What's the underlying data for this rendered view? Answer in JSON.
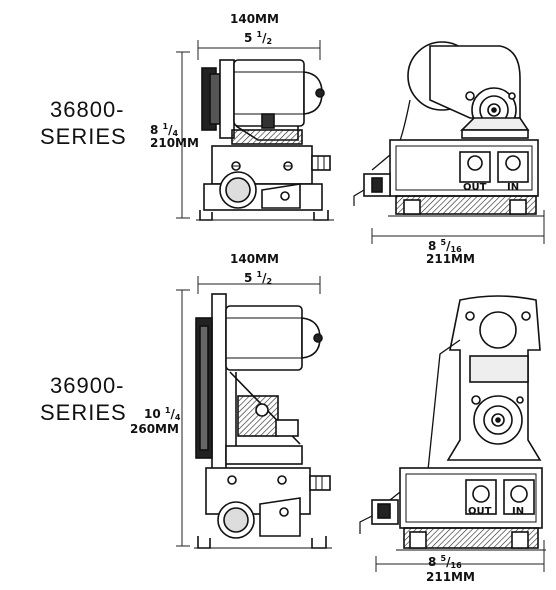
{
  "top": {
    "series": {
      "line1": "36800-",
      "line2": "SERIES"
    },
    "width_mm": "140MM",
    "width_in": {
      "whole": "5",
      "num": "1",
      "den": "2"
    },
    "height_in": {
      "whole": "8",
      "num": "1",
      "den": "4"
    },
    "height_mm": "210MM",
    "depth_in": {
      "whole": "8",
      "num": "5",
      "den": "16"
    },
    "depth_mm": "211MM",
    "port_out": "OUT",
    "port_in": "IN"
  },
  "bottom": {
    "series": {
      "line1": "36900-",
      "line2": "SERIES"
    },
    "width_mm": "140MM",
    "width_in": {
      "whole": "5",
      "num": "1",
      "den": "2"
    },
    "height_in": {
      "whole": "10",
      "num": "1",
      "den": "4"
    },
    "height_mm": "260MM",
    "depth_in": {
      "whole": "8",
      "num": "5",
      "den": "16"
    },
    "depth_mm": "211MM",
    "port_out": "OUT",
    "port_in": "IN"
  }
}
